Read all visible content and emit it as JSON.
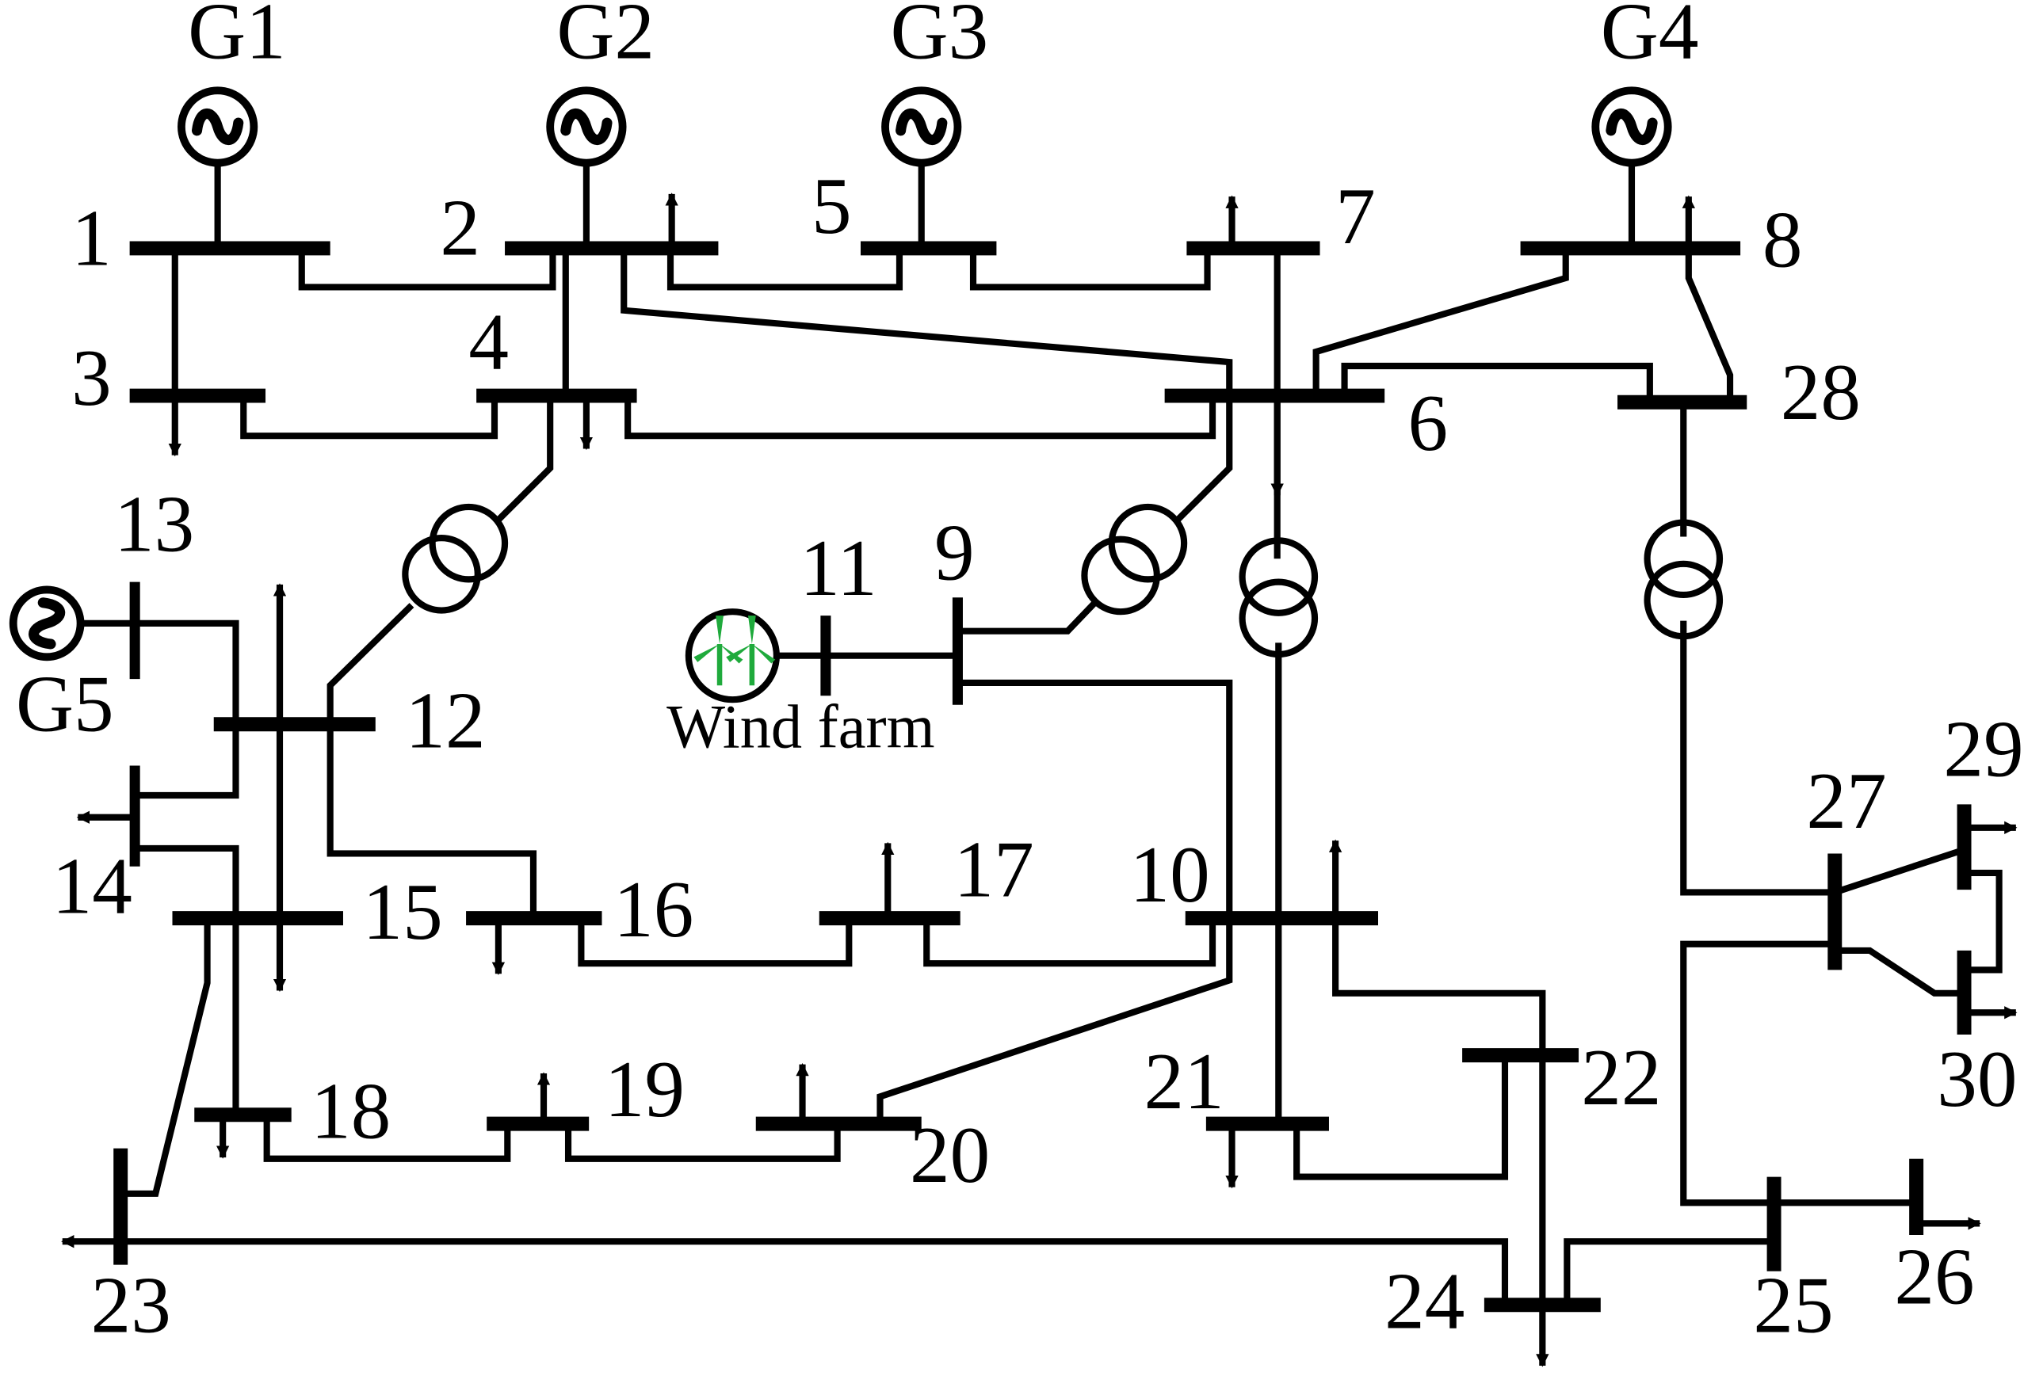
{
  "generators": {
    "g1": "G1",
    "g2": "G2",
    "g3": "G3",
    "g4": "G4",
    "g5": "G5"
  },
  "wind": {
    "label": "Wind farm",
    "color": "#1faa3c"
  },
  "buses": {
    "b1": "1",
    "b2": "2",
    "b3": "3",
    "b4": "4",
    "b5": "5",
    "b6": "6",
    "b7": "7",
    "b8": "8",
    "b9": "9",
    "b10": "10",
    "b11": "11",
    "b12": "12",
    "b13": "13",
    "b14": "14",
    "b15": "15",
    "b16": "16",
    "b17": "17",
    "b18": "18",
    "b19": "19",
    "b20": "20",
    "b21": "21",
    "b22": "22",
    "b23": "23",
    "b24": "24",
    "b25": "25",
    "b26": "26",
    "b27": "27",
    "b28": "28",
    "b29": "29",
    "b30": "30"
  },
  "icons": {
    "generator": "ac-generator-icon",
    "transformer": "two-winding-transformer-icon",
    "load": "load-arrow-icon",
    "wind": "wind-turbine-icon"
  }
}
